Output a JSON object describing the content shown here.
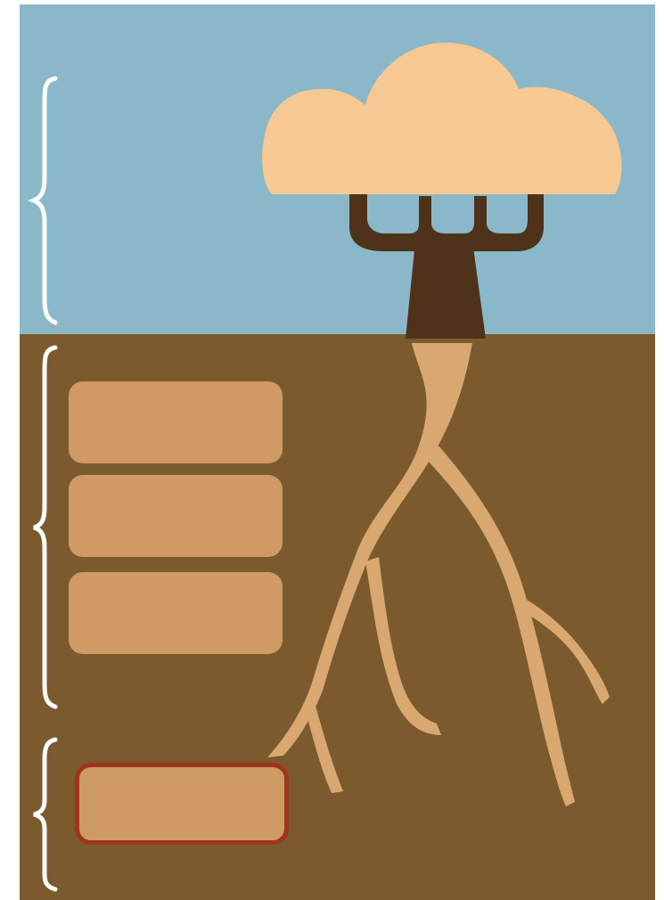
{
  "colors": {
    "sky": "#8ab8c9",
    "soil": "#7b5a2e",
    "canopy": "#f7c992",
    "trunk": "#4e331a",
    "root": "#d8a870",
    "box_fill": "#cf9a64",
    "box_highlight_border": "#a0341c",
    "brace": "#ffffff"
  },
  "diagram": {
    "sections": [
      {
        "name": "above-ground",
        "label": ""
      },
      {
        "name": "below-ground",
        "label": ""
      },
      {
        "name": "deep-soil",
        "label": ""
      }
    ],
    "boxes": [
      {
        "label": "",
        "highlighted": false
      },
      {
        "label": "",
        "highlighted": false
      },
      {
        "label": "",
        "highlighted": false
      },
      {
        "label": "",
        "highlighted": true
      }
    ]
  }
}
